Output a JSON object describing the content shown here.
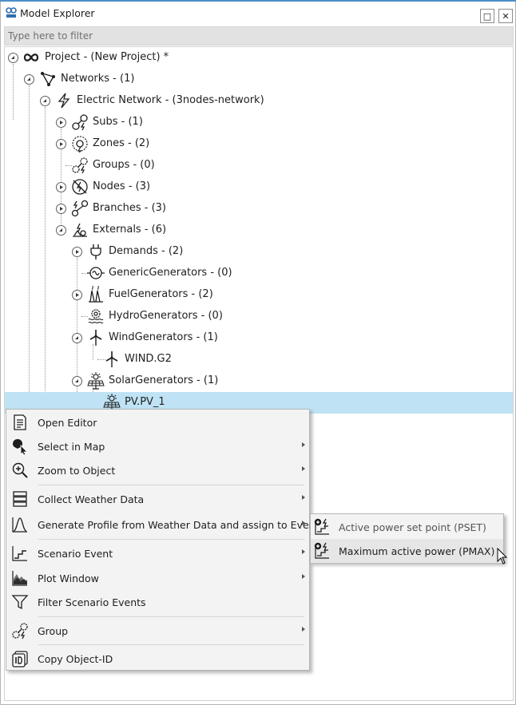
{
  "window": {
    "title": "Model Explorer",
    "maximize_symbol": "□",
    "close_symbol": "✕"
  },
  "filter": {
    "placeholder": "Type here to filter",
    "value": ""
  },
  "tree": {
    "project_label": "Project - (New Project) *",
    "networks_label": "Networks - (1)",
    "electric_network_label": "Electric Network - (3nodes-network)",
    "subs_label": "Subs - (1)",
    "zones_label": "Zones - (2)",
    "groups_label": "Groups - (0)",
    "nodes_label": "Nodes - (3)",
    "branches_label": "Branches - (3)",
    "externals_label": "Externals - (6)",
    "demands_label": "Demands - (2)",
    "generic_generators_label": "GenericGenerators - (0)",
    "fuel_generators_label": "FuelGenerators - (2)",
    "hydro_generators_label": "HydroGenerators - (0)",
    "wind_generators_label": "WindGenerators - (1)",
    "wind_g2_label": "WIND.G2",
    "solar_generators_label": "SolarGenerators - (1)",
    "pv_label": "PV.PV_1",
    "selected_item": "PV.PV_1"
  },
  "context_menu": {
    "open_editor": "Open Editor",
    "select_in_map": "Select in Map",
    "zoom_to_object": "Zoom to Object",
    "collect_weather_data": "Collect Weather Data",
    "generate_profile": "Generate Profile from Weather Data and assign to Event",
    "scenario_event": "Scenario Event",
    "plot_window": "Plot Window",
    "filter_scenario_events": "Filter Scenario Events",
    "group": "Group",
    "copy_object_id": "Copy Object-ID"
  },
  "submenu": {
    "active_power_set_point": "Active power set point (PSET)",
    "maximum_active_power": "Maximum active power (PMAX)",
    "highlighted_item": "Maximum active power (PMAX)"
  },
  "colors": {
    "selection": "#bfe3f5",
    "accent": "#4a90c8",
    "menu_bg": "#f3f3f3",
    "filter_bg": "#e2e2e2"
  }
}
